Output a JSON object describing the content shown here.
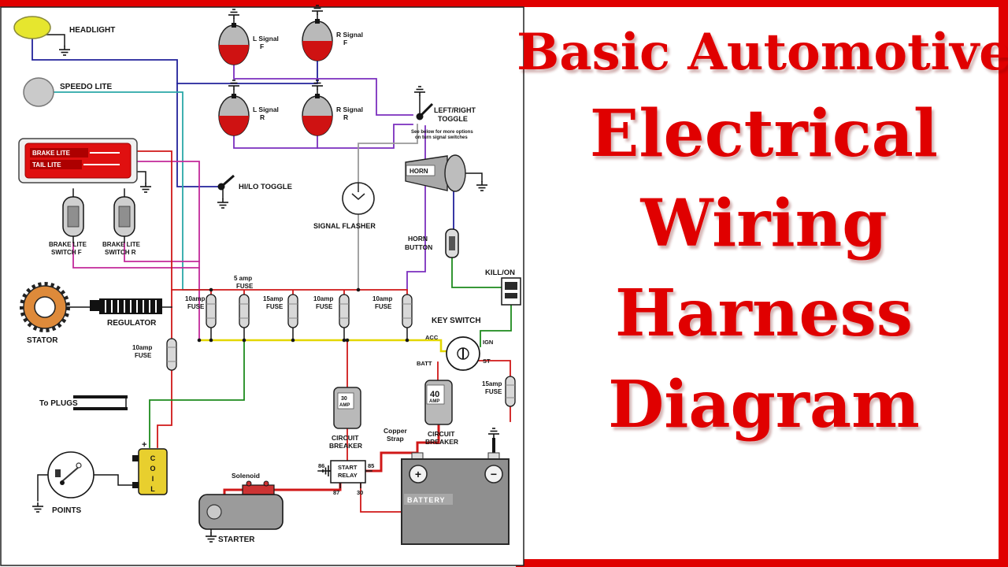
{
  "title": {
    "color": "#e00000",
    "lines": [
      "Basic Automotive",
      "Electrical",
      "Wiring",
      "Harness",
      "Diagram"
    ]
  },
  "colors": {
    "accent_red": "#e00000",
    "wire_red": "#d01818",
    "wire_navy": "#22229b",
    "wire_teal": "#2aa7a7",
    "wire_purple": "#7b2fbe",
    "wire_magenta": "#c2299a",
    "wire_green": "#1d8a1d",
    "wire_yellow": "#e3d700",
    "wire_gray": "#999999"
  },
  "diagram": {
    "labels": {
      "headlight": "HEADLIGHT",
      "speedo_lite": "SPEEDO LITE",
      "brake_lite": "BRAKE LITE",
      "tail_lite": "TAIL LITE",
      "l_signal_f": [
        "L Signal",
        "F"
      ],
      "r_signal_f": [
        "R Signal",
        "F"
      ],
      "l_signal_r": [
        "L Signal",
        "R"
      ],
      "r_signal_r": [
        "R Signal",
        "R"
      ],
      "left_right_toggle": [
        "LEFT/RIGHT",
        "TOGGLE"
      ],
      "toggle_note": [
        "See below for more options",
        "on turn signal switches"
      ],
      "hi_lo_toggle": "HI/LO TOGGLE",
      "signal_flasher": "SIGNAL FLASHER",
      "horn": "HORN",
      "horn_button": [
        "HORN",
        "BUTTON"
      ],
      "kill_on": "KILL/ON",
      "key_switch": "KEY SWITCH",
      "key_acc": "ACC",
      "key_ign": "IGN",
      "key_batt": "BATT",
      "key_st": "ST",
      "brake_switch_f": [
        "BRAKE LITE",
        "SWITCH  F"
      ],
      "brake_switch_r": [
        "BRAKE LITE",
        "SWITCH  R"
      ],
      "stator": "STATOR",
      "regulator": "REGULATOR",
      "fuse_10_a": [
        "10amp",
        "FUSE"
      ],
      "fuse_5": [
        "5 amp",
        "FUSE"
      ],
      "fuse_15_a": [
        "15amp",
        "FUSE"
      ],
      "fuse_10_b": [
        "10amp",
        "FUSE"
      ],
      "fuse_10_c": [
        "10amp",
        "FUSE"
      ],
      "fuse_10_trunk": [
        "10amp",
        "FUSE"
      ],
      "fuse_15_b": [
        "15amp",
        "FUSE"
      ],
      "to_plugs": "To PLUGS",
      "points": "POINTS",
      "coil": [
        "C",
        "O",
        "I",
        "L"
      ],
      "coil_plus": "+",
      "breaker30": [
        "30",
        "AMP"
      ],
      "breaker30_label": [
        "CIRCUIT",
        "BREAKER"
      ],
      "breaker40": [
        "40",
        "AMP"
      ],
      "breaker40_label": [
        "CIRCUIT",
        "BREAKER"
      ],
      "copper_strap": [
        "Copper",
        "Strap"
      ],
      "start_relay": [
        "START",
        "RELAY"
      ],
      "relay_86": "86",
      "relay_85": "85",
      "relay_87": "87",
      "relay_30": "30",
      "solenoid": "Solenoid",
      "starter": "STARTER",
      "battery": "BATTERY",
      "battery_plus": "+",
      "battery_minus": "−"
    }
  }
}
